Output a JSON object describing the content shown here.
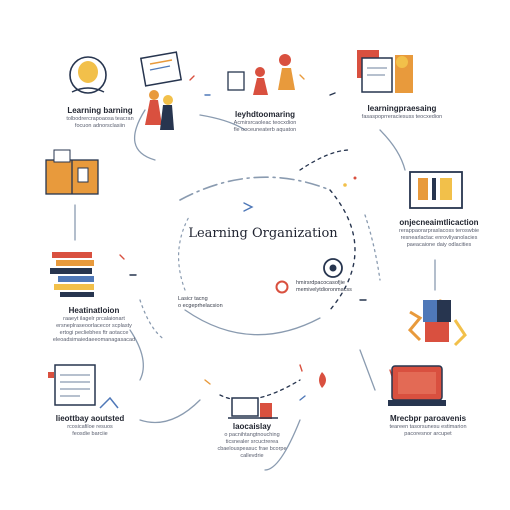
{
  "center": {
    "title": "Learning Organization"
  },
  "notes": {
    "left": [
      "Lasicr tacng",
      "o ecgeprhelacsion"
    ],
    "right": [
      "hmirsrdpacocasofjie",
      "memivelytdioronmacss"
    ]
  },
  "nodes": [
    {
      "title": "Learning barning",
      "desc": [
        "tolbodrercrapoaosa teacran",
        "focuon adnorsclasiin"
      ]
    },
    {
      "title": "leyhdtoomaring",
      "desc": [
        "Acmirsrcaoleac teocxdion",
        "fle ooceuneaterb aquaton"
      ]
    },
    {
      "title": "Iearningpraesaing",
      "desc": [
        "fasaspoprreraciesuss teocxedion"
      ]
    },
    {
      "title": "onjecneaimtlicaction",
      "desc": [
        "rerappaorarpraslacoss teroswbie",
        "resnearlactac enrovliyanolacies",
        "paeacaione daiy odlacities"
      ]
    },
    {
      "title": "Mrecbpr paroavenis",
      "desc": [
        "teareen tasorsunesu estimarion",
        "pacoresnor arcupet"
      ]
    },
    {
      "title": "laocaislay",
      "desc": [
        "o pacnihtangtnouching",
        "ticsnealer srcuctrerea",
        "cbaelouspeasuc frae bcorpe",
        "callevdrie"
      ]
    },
    {
      "title": "Iieottbay aoutsted",
      "desc": [
        "rcosicafiloe resuos",
        "feosdie barciie"
      ]
    },
    {
      "title": "Heatinatloion",
      "desc": [
        "raaeyt ilagelr prcalaionart",
        "ersneplraseoorlacecor scplasty",
        "ertogi pecliebhes ftr aotacce",
        "eleoadsimaiedaeeomanagasacad"
      ]
    }
  ],
  "colors": {
    "navy": "#27354f",
    "orange": "#e89a3c",
    "red": "#d9503f",
    "blue": "#4f78b8",
    "slate": "#8a9bb0",
    "yellow": "#f2c04a"
  }
}
